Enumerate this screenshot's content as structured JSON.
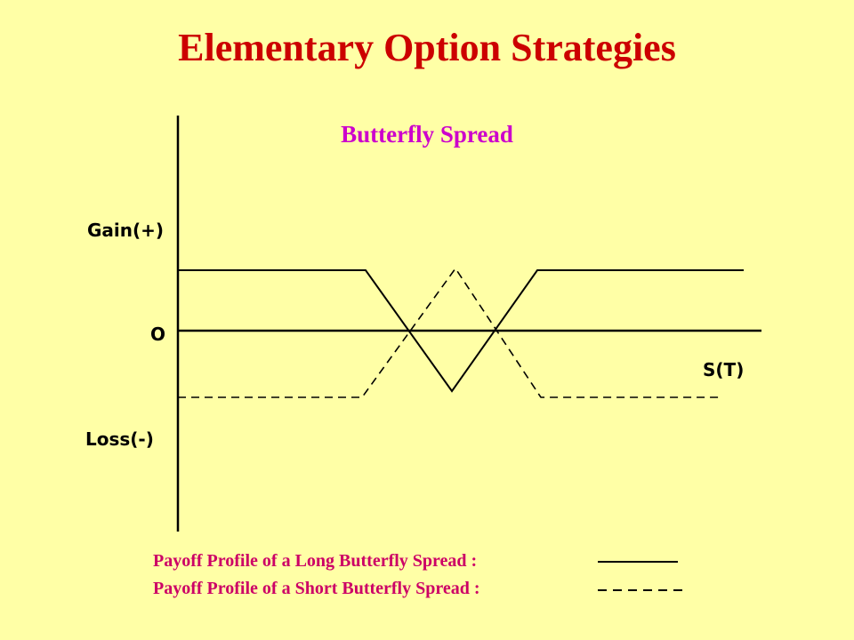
{
  "title": "Elementary Option Strategies",
  "diagram": {
    "subtitle": "Butterfly Spread",
    "labels": {
      "gain": "Gain(+)",
      "origin": "O",
      "x_axis": "S(T)",
      "loss": "Loss(-)"
    },
    "curves": [
      {
        "name": "long-butterfly-payoff",
        "style": "solid"
      },
      {
        "name": "short-butterfly-payoff",
        "style": "dashed"
      }
    ]
  },
  "legend": {
    "long_text": "Payoff Profile of a Long Butterfly Spread :",
    "short_text": "Payoff Profile of a Short Butterfly Spread :"
  },
  "colors": {
    "background": "#FFFFA6",
    "title": "#CC0000",
    "subtitle": "#CC00CC",
    "legend_text": "#CC0066",
    "lines": "#000000"
  }
}
